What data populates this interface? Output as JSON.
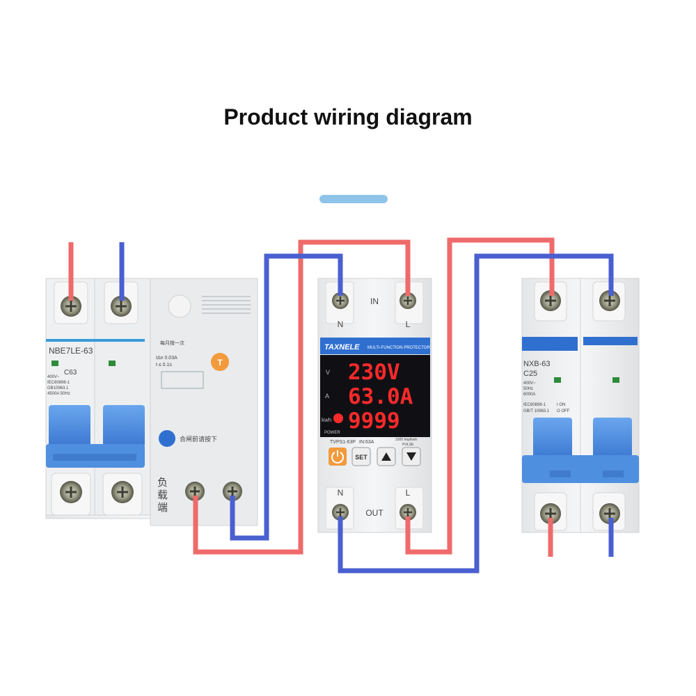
{
  "title": "Product wiring diagram",
  "colors": {
    "live_wire": "#ef6a6a",
    "neutral_wire": "#4a5fd0",
    "breaker_handle": "#4f8fe0",
    "accent": "#8ec4e8",
    "display_digits": "#ff2a2a"
  },
  "rcbo": {
    "model": "NBE7LE-63",
    "rating": "C63",
    "spec_voltage": "400V~",
    "spec_std1": "IEC60898-1",
    "spec_std2": "GB10963.1",
    "spec_cap": "4500A 50Hz",
    "residual_current": "IΔn 0.03A",
    "trip_time": "t ≤ 0.1s",
    "test_note": "每月按一次",
    "test_button": "T",
    "reset_note": "合闸前请按下",
    "load_label_1": "负",
    "load_label_2": "载",
    "load_label_3": "端"
  },
  "protector": {
    "brand": "TAXNELE",
    "subtitle": "MULTI-FUNCTION PROTECTOR",
    "in_label": "IN",
    "out_label": "OUT",
    "n_label": "N",
    "l_label": "L",
    "voltage_value": "230V",
    "current_value": "63.0A",
    "energy_value": "9999",
    "row_v": "V",
    "row_a": "A",
    "row_kwh": "kwh",
    "power_label": "POWER",
    "model": "TVPS1-63P",
    "rated": "IN:63A",
    "pulse_rate": "1000 Imp/kwh",
    "pulse_label": "PULSE",
    "set_button": "SET",
    "power_icon": "power-icon",
    "up_icon": "triangle-up-icon",
    "down_icon": "triangle-down-icon"
  },
  "mcb": {
    "model": "NXB-63",
    "rating": "C25",
    "spec_voltage": "400V~",
    "spec_freq": "50Hz",
    "spec_cap": "6000A",
    "spec_std1": "IEC60898-1",
    "spec_std2": "GB/T 10963.1",
    "on_label": "I ON",
    "off_label": "O OFF"
  }
}
